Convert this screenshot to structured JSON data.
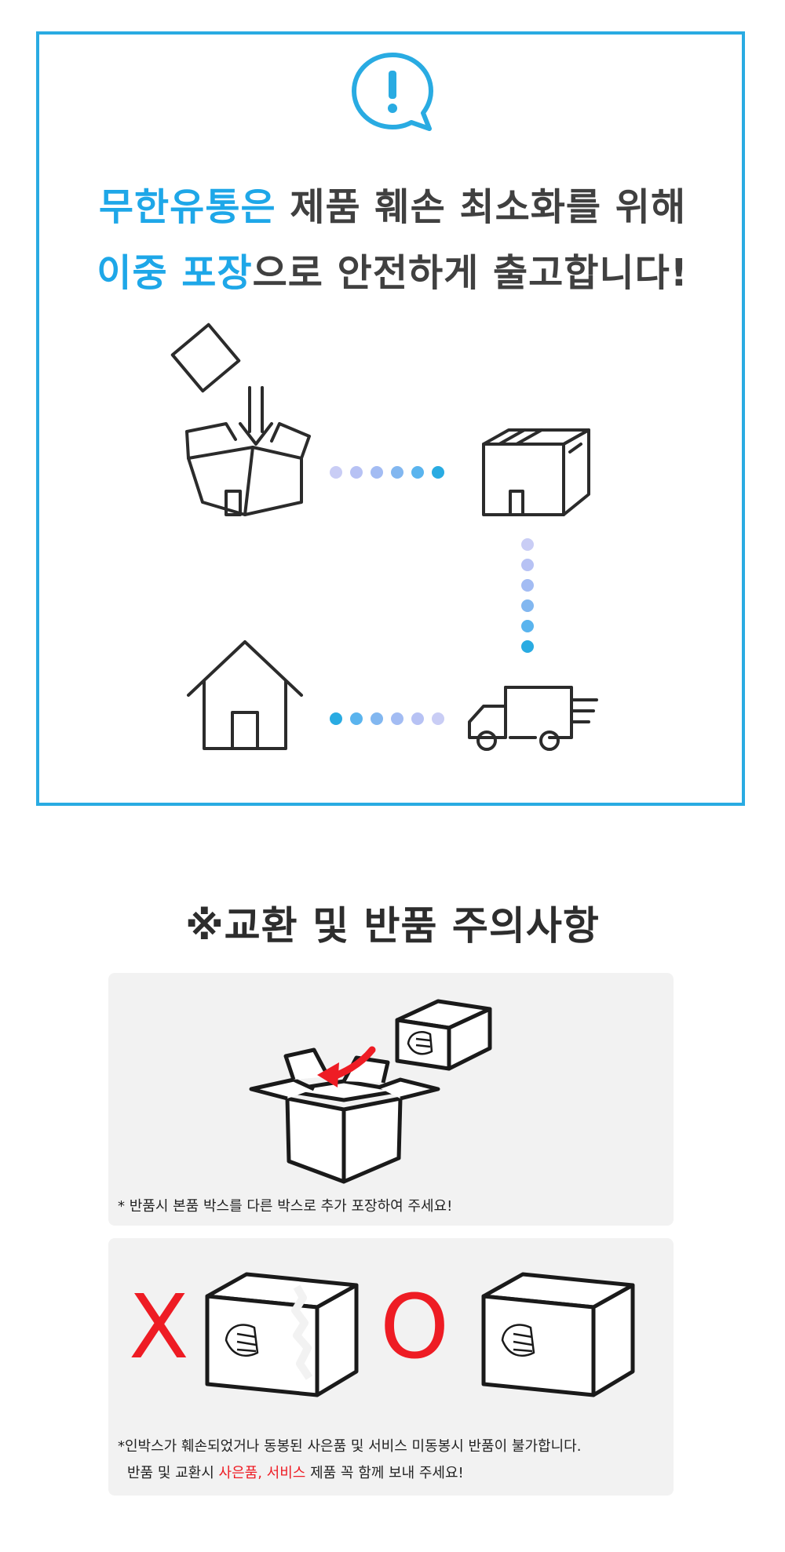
{
  "notice": {
    "headline_line1_accent": "무한유통은",
    "headline_line1_rest": " 제품 훼손 최소화를 위해",
    "headline_line2_accent": "이중 포장",
    "headline_line2_rest": "으로 안전하게 출고합니다!",
    "icons": [
      "alert-bubble-icon",
      "box-in-box-icon",
      "sealed-box-icon",
      "delivery-truck-icon",
      "house-icon"
    ],
    "accent_color": "#1ea7e8",
    "border_color": "#29abe2"
  },
  "caution": {
    "title": "※교환 및 반품 주의사항",
    "panel1_note": "* 반품시 본품 박스를 다른 박스로 추가 포장하여 주세요!",
    "panel2_note_line1": "*인박스가 훼손되었거나 동봉된 사은품 및 서비스 미동봉시 반품이 불가합니다.",
    "panel2_note_line2_prefix": "반품 및 교환시 ",
    "panel2_note_line2_red": "사은품, 서비스",
    "panel2_note_line2_suffix": " 제품 꼭 함께 보내 주세요!",
    "wrong_mark": "X",
    "right_mark": "O",
    "red_color": "#ee1c24"
  }
}
